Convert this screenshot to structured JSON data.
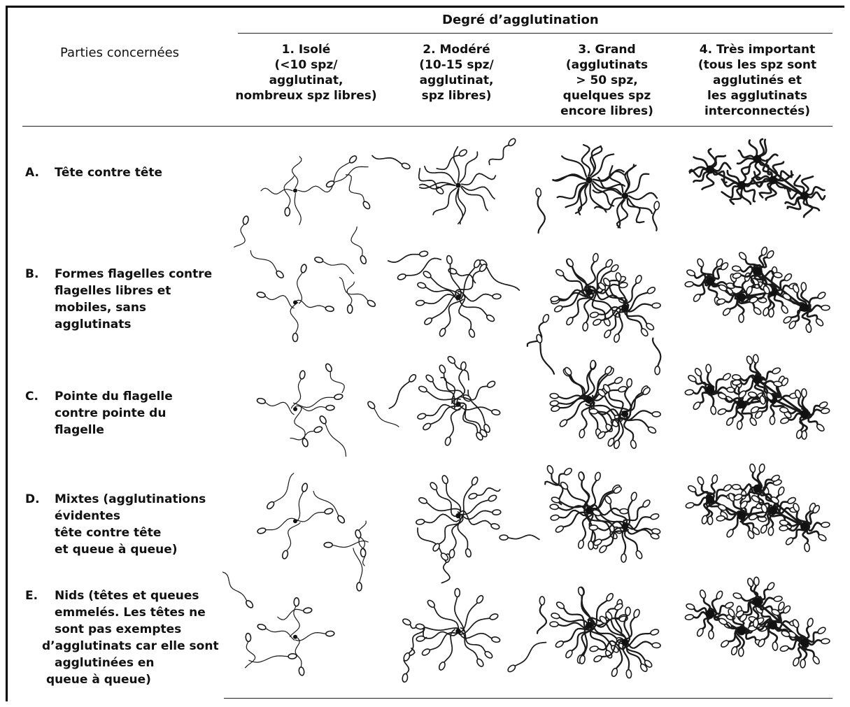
{
  "header": {
    "title": "Degré d’agglutination",
    "parts_label": "Parties concernées"
  },
  "columns": [
    {
      "lines": [
        "1. Isolé",
        "(<10 spz/",
        "agglutinat,",
        "nombreux spz libres)"
      ],
      "level": 1
    },
    {
      "lines": [
        "2. Modéré",
        "(10-15 spz/",
        "agglutinat,",
        "spz libres)"
      ],
      "level": 2
    },
    {
      "lines": [
        "3. Grand",
        "(agglutinats",
        "> 50 spz,",
        "quelques spz",
        "encore libres)"
      ],
      "level": 3
    },
    {
      "lines": [
        "4. Très important",
        "(tous les spz sont",
        "agglutinés et",
        "les agglutinats",
        "interconnectés)"
      ],
      "level": 4
    }
  ],
  "rows": [
    {
      "letter": "A.",
      "lines": [
        "Tête contre tête"
      ],
      "mode": "head"
    },
    {
      "letter": "B.",
      "lines": [
        "Formes flagelles contre",
        "flagelles libres et",
        "mobiles, sans",
        "agglutinats"
      ],
      "mode": "tail"
    },
    {
      "letter": "C.",
      "lines": [
        "Pointe du flagelle",
        "contre pointe du",
        "flagelle"
      ],
      "mode": "tip"
    },
    {
      "letter": "D.",
      "lines": [
        "Mixtes (agglutinations",
        "évidentes",
        "tête contre tête",
        "et queue à queue)"
      ],
      "mode": "mixed"
    },
    {
      "letter": "E.",
      "lines": [
        "Nids (têtes et queues",
        "emmelés. Les têtes ne",
        "sont pas exemptes",
        "d’agglutinats car elle sont",
        "agglutinées en",
        "queue à queue)"
      ],
      "mode": "nest"
    }
  ],
  "style": {
    "ink": "#1a1a1a",
    "background": "#ffffff"
  }
}
